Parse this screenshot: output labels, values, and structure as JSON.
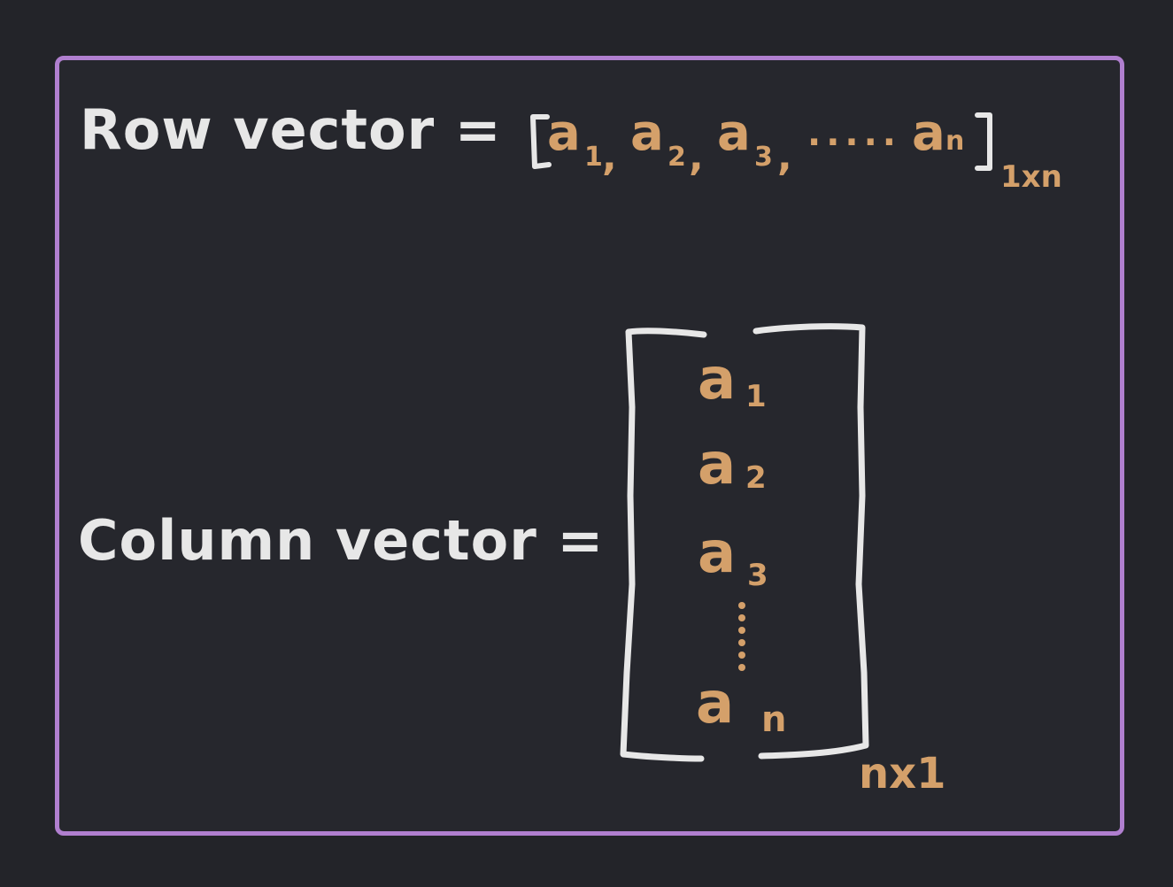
{
  "row": {
    "label": "Row vector =",
    "elements": [
      {
        "base": "a",
        "sub": "1",
        "sep": ","
      },
      {
        "base": "a",
        "sub": "2",
        "sep": ","
      },
      {
        "base": "a",
        "sub": "3",
        "sep": ","
      }
    ],
    "ellipsis": ".....",
    "last": {
      "base": "a",
      "sub": "n"
    },
    "size": "1xn"
  },
  "column": {
    "label": "Column vector =",
    "elements": [
      {
        "base": "a",
        "sub": "1"
      },
      {
        "base": "a",
        "sub": "2"
      },
      {
        "base": "a",
        "sub": "3"
      }
    ],
    "last": {
      "base": "a",
      "sub": "n"
    },
    "size": "nx1"
  },
  "colors": {
    "background": "#232429",
    "frame": "#b07fcf",
    "text": "#e7e7e7",
    "accent": "#d4a06a"
  }
}
